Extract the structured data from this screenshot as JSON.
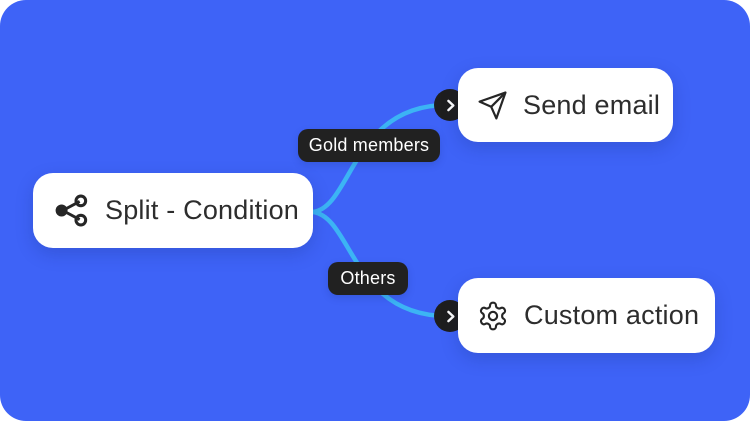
{
  "diagram": {
    "background_color": "#3E63F7",
    "connector_color": "#3CB4F4",
    "node_background": "#FFFFFF",
    "node_text_color": "#2D2D2D",
    "badge_background": "#212121",
    "badge_text_color": "#FFFFFF",
    "chevron_button_background": "#1E1E1E",
    "chevron_icon": "chevron-right-icon"
  },
  "nodes": {
    "split": {
      "label": "Split - Condition",
      "icon": "split-icon"
    },
    "send_email": {
      "label": "Send email",
      "icon": "send-icon"
    },
    "custom_action": {
      "label": "Custom action",
      "icon": "gear-icon"
    }
  },
  "branches": {
    "gold_members": {
      "label": "Gold members"
    },
    "others": {
      "label": "Others"
    }
  }
}
